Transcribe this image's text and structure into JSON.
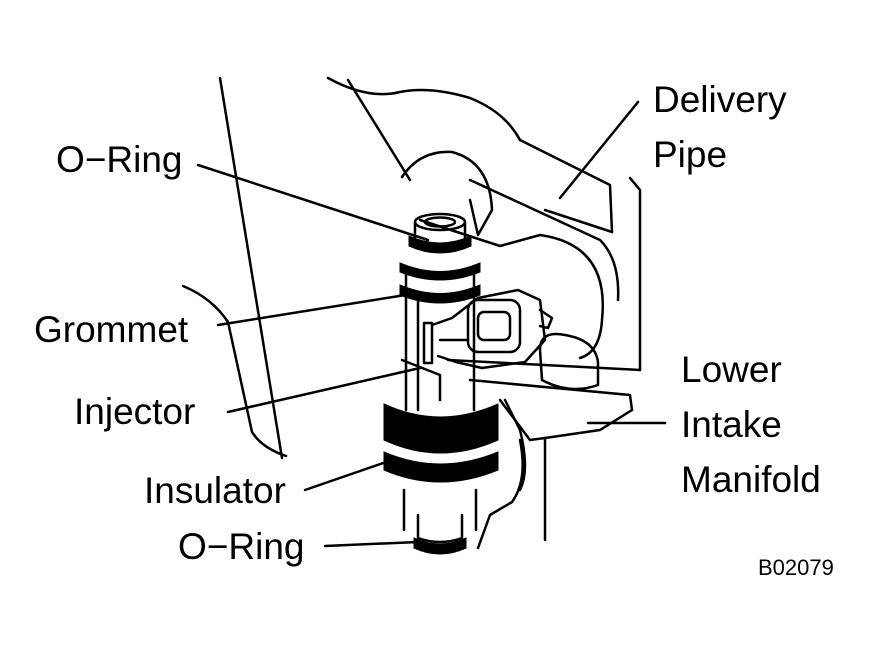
{
  "labels": {
    "o_ring_top": "O−Ring",
    "grommet": "Grommet",
    "injector": "Injector",
    "insulator": "Insulator",
    "o_ring_bottom": "O−Ring",
    "delivery_pipe_line1": "Delivery",
    "delivery_pipe_line2": "Pipe",
    "lower_intake_line1": "Lower",
    "lower_intake_line2": "Intake",
    "lower_intake_line3": "Manifold"
  },
  "figure_code": "B02079"
}
